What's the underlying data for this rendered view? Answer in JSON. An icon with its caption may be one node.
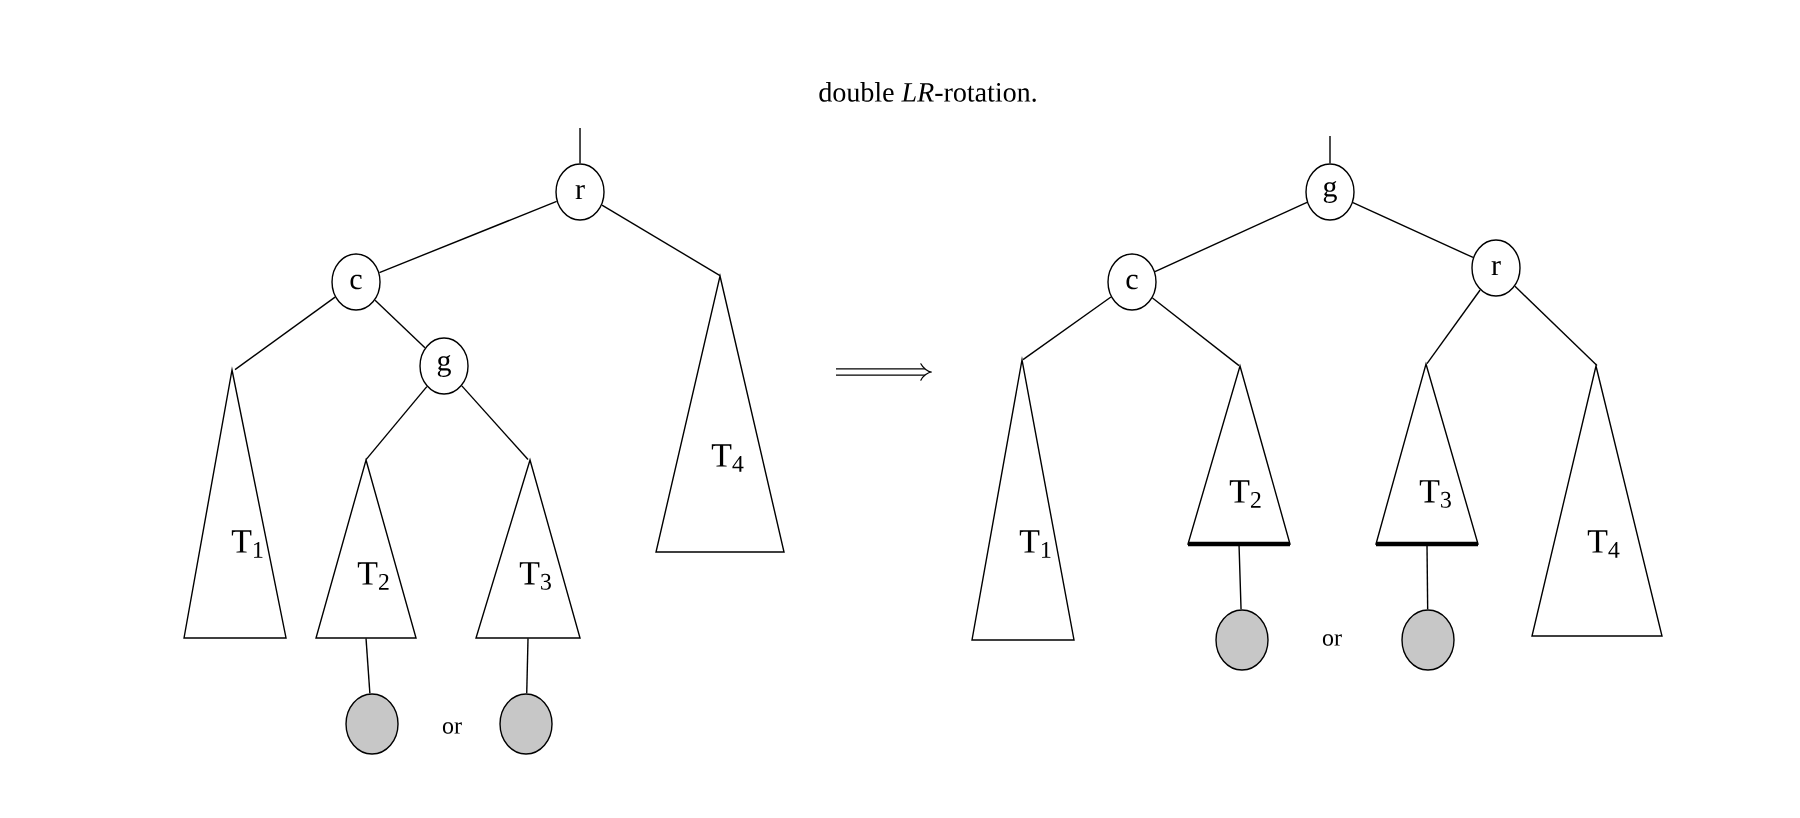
{
  "diagram": {
    "title": "double *LR*-rotation.",
    "nodes": [
      {
        "text": [
          "r"
        ]
      },
      {
        "text": [
          "c"
        ]
      },
      {
        "text": [
          "g"
        ]
      },
      {
        "text": [
          "T$_{1}$"
        ]
      },
      {
        "text": [
          "T$_{2}$"
        ]
      },
      {
        "text": [
          "T$_{3}$"
        ]
      },
      {
        "text": [
          "T$_{4}$"
        ]
      },
      {
        "text": [],
        "shape": "circle"
      },
      {
        "text": [],
        "shape": "circle"
      },
      {
        "text": [
          "g"
        ]
      },
      {
        "text": [
          "c"
        ]
      },
      {
        "text": [
          "r"
        ]
      },
      {
        "text": [
          "T$_{1}$"
        ]
      },
      {
        "text": [
          "T$_{2}$"
        ]
      },
      {
        "text": [
          "T$_{3}$"
        ]
      },
      {
        "text": [
          "T$_{4}$"
        ]
      },
      {
        "text": [],
        "shape": "circle"
      },
      {
        "text": [],
        "shape": "circle"
      }
    ],
    "edges": [
      {
        "from": null,
        "to": 0,
        "arrow": "none"
      },
      {
        "from": 0,
        "to": 1,
        "arrow": "none"
      },
      {
        "from": 0,
        "to": 6,
        "arrow": "none"
      },
      {
        "from": 1,
        "to": 3,
        "arrow": "none"
      },
      {
        "from": 1,
        "to": 2,
        "arrow": "none"
      },
      {
        "from": 2,
        "to": 4,
        "arrow": "none"
      },
      {
        "from": 2,
        "to": 5,
        "arrow": "none"
      },
      {
        "from": 4,
        "to": 7,
        "arrow": "none"
      },
      {
        "from": 5,
        "to": 8,
        "arrow": "none"
      },
      {
        "from": null,
        "to": 9,
        "arrow": "none"
      },
      {
        "from": 9,
        "to": 10,
        "arrow": "none"
      },
      {
        "from": 9,
        "to": 11,
        "arrow": "none"
      },
      {
        "from": 10,
        "to": 12,
        "arrow": "none"
      },
      {
        "from": 10,
        "to": 13,
        "arrow": "none"
      },
      {
        "from": 11,
        "to": 14,
        "arrow": "none"
      },
      {
        "from": 11,
        "to": 15,
        "arrow": "none"
      },
      {
        "from": 13,
        "to": 16,
        "arrow": "none"
      },
      {
        "from": 14,
        "to": 17,
        "arrow": "none"
      }
    ],
    "labels": [
      "or",
      "or"
    ]
  }
}
